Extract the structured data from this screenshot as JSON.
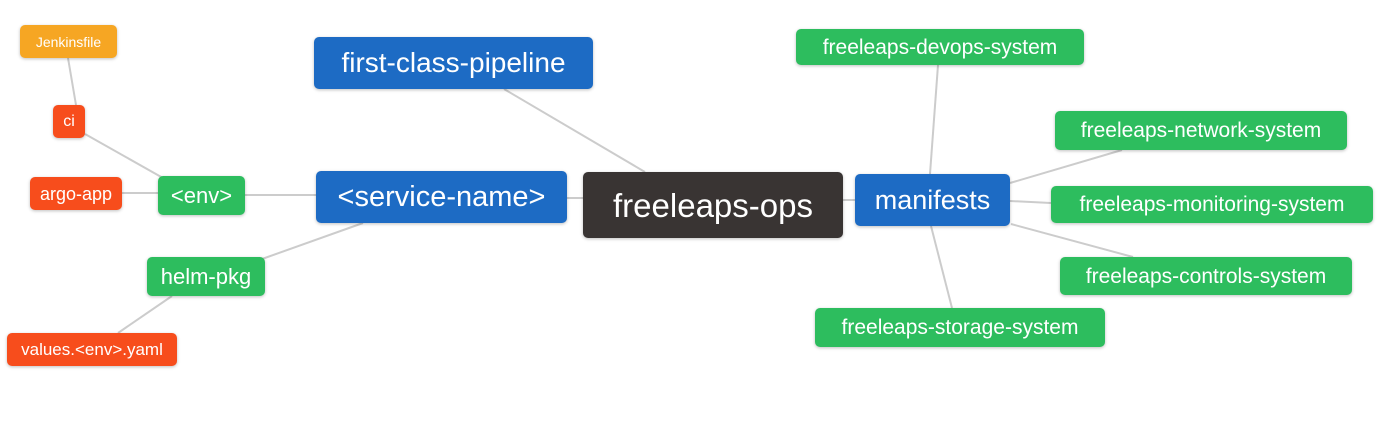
{
  "diagram_type": "mindmap",
  "palette": {
    "root": "#393433",
    "branch": "#1d6bc4",
    "leaf-green": "#2dbd5e",
    "leaf-red": "#f74d1c",
    "leaf-orange": "#f6a623",
    "edge": "#cccccc",
    "text": "#ffffff",
    "background": "#ffffff"
  },
  "nodes": {
    "freeleaps_ops": {
      "label": "freeleaps-ops",
      "role": "root"
    },
    "first_class_pipeline": {
      "label": "first-class-pipeline",
      "role": "branch"
    },
    "service_name": {
      "label": "<service-name>",
      "role": "branch"
    },
    "manifests": {
      "label": "manifests",
      "role": "branch"
    },
    "env": {
      "label": "<env>",
      "role": "leaf-green"
    },
    "helm_pkg": {
      "label": "helm-pkg",
      "role": "leaf-green"
    },
    "argo_app": {
      "label": "argo-app",
      "role": "leaf-red"
    },
    "ci": {
      "label": "ci",
      "role": "leaf-red"
    },
    "jenkinsfile": {
      "label": "Jenkinsfile",
      "role": "leaf-orange"
    },
    "values_env_yaml": {
      "label": "values.<env>.yaml",
      "role": "leaf-red"
    },
    "devops_system": {
      "label": "freeleaps-devops-system",
      "role": "leaf-green"
    },
    "network_system": {
      "label": "freeleaps-network-system",
      "role": "leaf-green"
    },
    "monitoring_system": {
      "label": "freeleaps-monitoring-system",
      "role": "leaf-green"
    },
    "controls_system": {
      "label": "freeleaps-controls-system",
      "role": "leaf-green"
    },
    "storage_system": {
      "label": "freeleaps-storage-system",
      "role": "leaf-green"
    }
  },
  "edges": [
    {
      "from": "jenkinsfile",
      "to": "ci"
    },
    {
      "from": "ci",
      "to": "env"
    },
    {
      "from": "argo_app",
      "to": "env"
    },
    {
      "from": "env",
      "to": "service_name"
    },
    {
      "from": "service_name",
      "to": "helm_pkg"
    },
    {
      "from": "helm_pkg",
      "to": "values_env_yaml"
    },
    {
      "from": "service_name",
      "to": "freeleaps_ops"
    },
    {
      "from": "first_class_pipeline",
      "to": "freeleaps_ops"
    },
    {
      "from": "freeleaps_ops",
      "to": "manifests"
    },
    {
      "from": "manifests",
      "to": "devops_system"
    },
    {
      "from": "manifests",
      "to": "network_system"
    },
    {
      "from": "manifests",
      "to": "monitoring_system"
    },
    {
      "from": "manifests",
      "to": "controls_system"
    },
    {
      "from": "manifests",
      "to": "storage_system"
    }
  ]
}
